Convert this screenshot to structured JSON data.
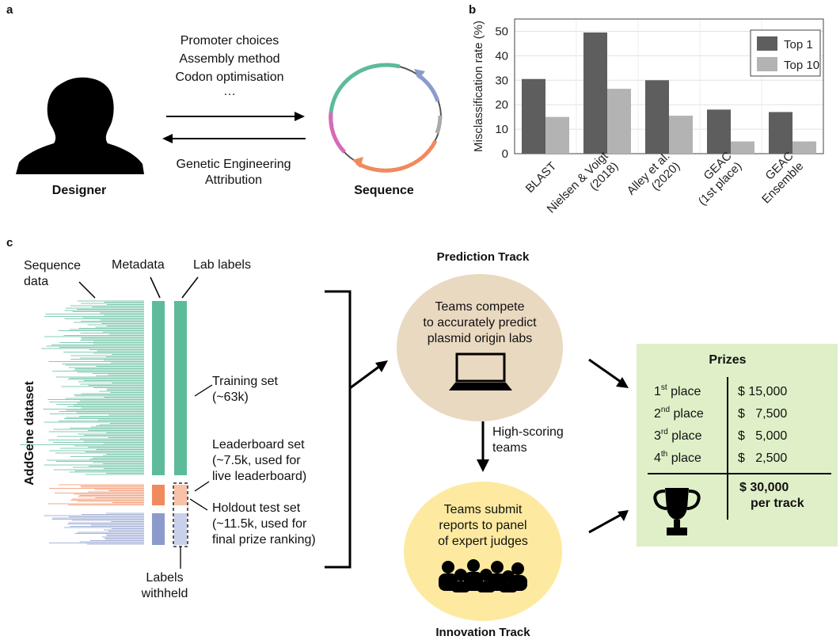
{
  "panel_a": {
    "letter": "a",
    "options": [
      "Promoter choices",
      "Assembly method",
      "Codon optimisation",
      "…"
    ],
    "reverse_label": [
      "Genetic Engineering",
      "Attribution"
    ],
    "designer_label": "Designer",
    "sequence_label": "Sequence"
  },
  "panel_b": {
    "letter": "b"
  },
  "chart_data": {
    "type": "bar",
    "categories": [
      "BLAST",
      "Nielsen & Voigt (2018)",
      "Alley et al. (2020)",
      "GEAC (1st place)",
      "GEAC Ensemble"
    ],
    "category_lines": [
      [
        "BLAST"
      ],
      [
        "Nielsen & Voigt",
        "(2018)"
      ],
      [
        "Alley et al.",
        "(2020)"
      ],
      [
        "GEAC",
        "(1st place)"
      ],
      [
        "GEAC",
        "Ensemble"
      ]
    ],
    "series": [
      {
        "name": "Top 1",
        "values": [
          30.5,
          49.5,
          30,
          18,
          17
        ],
        "color": "#5e5e5e"
      },
      {
        "name": "Top 10",
        "values": [
          15,
          26.5,
          15.5,
          5,
          5
        ],
        "color": "#b3b3b3"
      }
    ],
    "ylabel": "Misclassification rate (%)",
    "ylim": [
      0,
      55
    ],
    "yticks": [
      0,
      10,
      20,
      30,
      40,
      50
    ],
    "grid": true,
    "legend_position": "top-right"
  },
  "panel_c": {
    "letter": "c",
    "col_labels": {
      "sequence": [
        "Sequence",
        "data"
      ],
      "metadata": "Metadata",
      "lab_labels": "Lab labels"
    },
    "dataset_label": "AddGene dataset",
    "sets": {
      "training": [
        "Training set",
        "(~63k)"
      ],
      "leaderboard": [
        "Leaderboard set",
        "(~7.5k, used for",
        "live leaderboard)"
      ],
      "holdout": [
        "Holdout test set",
        "(~11.5k, used for",
        "final prize ranking)"
      ]
    },
    "withheld": [
      "Labels",
      "withheld"
    ],
    "prediction_track": {
      "title": "Prediction Track",
      "text": [
        "Teams compete",
        "to accurately predict",
        "plasmid origin labs"
      ]
    },
    "high_scoring": [
      "High-scoring",
      "teams"
    ],
    "innovation_track": {
      "title": "Innovation Track",
      "text": [
        "Teams submit",
        "reports to panel",
        "of expert judges"
      ]
    },
    "prizes": {
      "title": "Prizes",
      "rows": [
        {
          "num": "1",
          "sup": "st",
          "place": "place",
          "amount": "$ 15,000"
        },
        {
          "num": "2",
          "sup": "nd",
          "place": "place",
          "amount": "$   7,500"
        },
        {
          "num": "3",
          "sup": "rd",
          "place": "place",
          "amount": "$   5,000"
        },
        {
          "num": "4",
          "sup": "th",
          "place": "place",
          "amount": "$   2,500"
        }
      ],
      "total": [
        "$ 30,000",
        "per track"
      ]
    }
  },
  "colors": {
    "green": "#5dbb9a",
    "orange": "#f08a5d",
    "blue": "#8c9bcc",
    "pink": "#d66bb8",
    "tan": "#ead9c1",
    "yellow": "#fdeaa0",
    "prize_bg": "#dff0c8"
  }
}
